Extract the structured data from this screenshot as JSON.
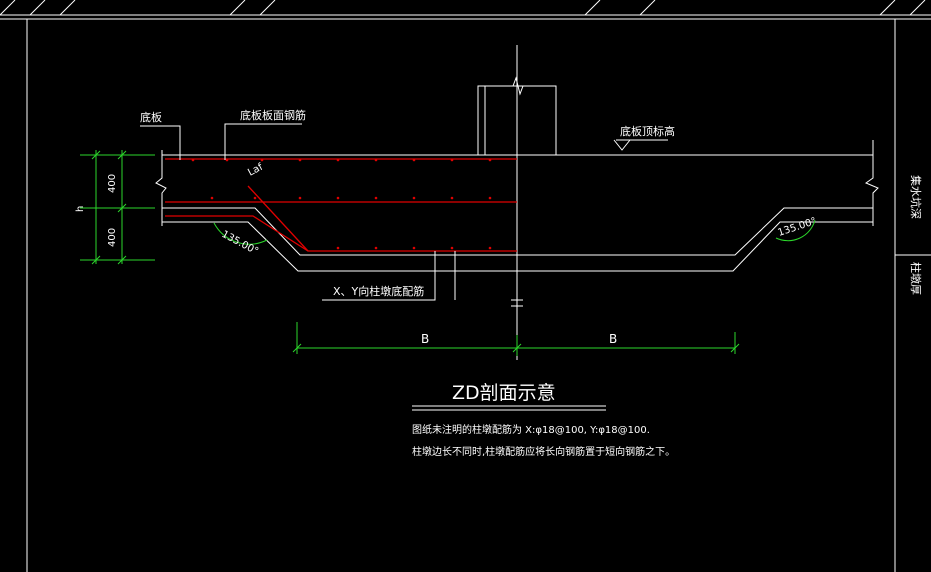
{
  "drawing": {
    "title": "ZD剖面示意",
    "labels": {
      "bottom_slab": "底板",
      "slab_top_rebar": "底板板面钢筋",
      "slab_top_elev": "底板顶标高",
      "column_bottom_rebar": "X、Y向柱墩底配筋",
      "anchor_length": "Laf",
      "height_symbol": "h",
      "dim_top": "400",
      "dim_bottom": "400",
      "angle_left": "135.00°",
      "angle_right": "135.00°",
      "span_left": "B",
      "span_right": "B"
    },
    "notes": [
      "图纸未注明的柱墩配筋为  X:φ18@100, Y:φ18@100.",
      "柱墩边长不同时,柱墩配筋应将长向钢筋置于短向钢筋之下。"
    ],
    "title_block": {
      "col1": "集水坑深",
      "col2": "柱墩厚"
    }
  },
  "colors": {
    "background": "#000000",
    "line": "#ffffff",
    "rebar": "#e00000",
    "dimension": "#2bd62b",
    "angle_mark": "#2bd62b"
  }
}
